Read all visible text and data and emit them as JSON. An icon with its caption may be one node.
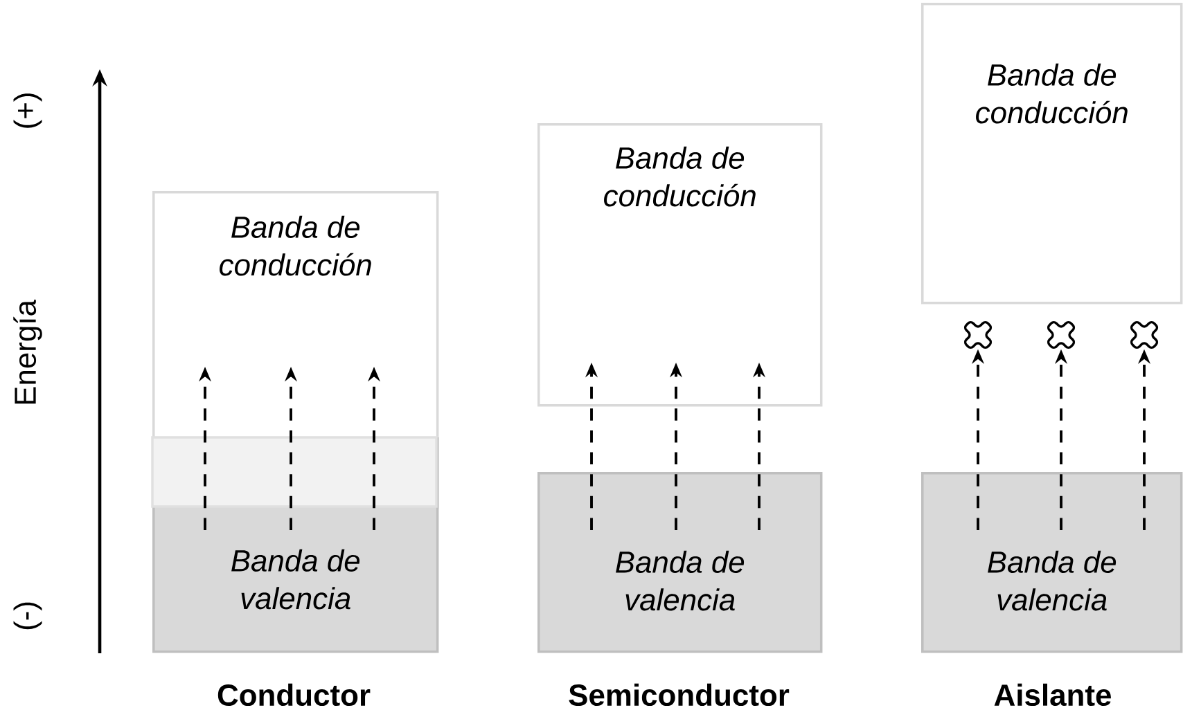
{
  "diagram": {
    "nodes": [
      {
        "text": [
          "Banda de conducción"
        ]
      },
      {
        "text": [
          "Banda de valencia"
        ]
      },
      {
        "text": [
          "Banda de conducción"
        ]
      },
      {
        "text": [
          "Banda de valencia"
        ]
      },
      {
        "text": [
          "Banda de conducción"
        ]
      },
      {
        "text": [],
        "shape": "cross"
      },
      {
        "text": [],
        "shape": "cross"
      },
      {
        "text": [],
        "shape": "cross"
      },
      {
        "text": [
          "Banda de valencia"
        ]
      }
    ],
    "edges": [
      {
        "from": 1,
        "to": 0,
        "arrow": "to",
        "style": "dashed"
      },
      {
        "from": 1,
        "to": 0,
        "arrow": "to",
        "style": "dashed"
      },
      {
        "from": 1,
        "to": 0,
        "arrow": "to",
        "style": "dashed"
      },
      {
        "from": 3,
        "to": 2,
        "arrow": "to",
        "style": "dashed"
      },
      {
        "from": 3,
        "to": 2,
        "arrow": "to",
        "style": "dashed"
      },
      {
        "from": 3,
        "to": 2,
        "arrow": "to",
        "style": "dashed"
      },
      {
        "from": 8,
        "to": 5,
        "arrow": "to",
        "style": "dashed"
      },
      {
        "from": 8,
        "to": 6,
        "arrow": "to",
        "style": "dashed"
      },
      {
        "from": 8,
        "to": 7,
        "arrow": "to",
        "style": "dashed"
      }
    ],
    "labels": [
      "(+)",
      "Energía",
      "(-)",
      "Conductor",
      "Semiconductor",
      "Aislante"
    ]
  }
}
